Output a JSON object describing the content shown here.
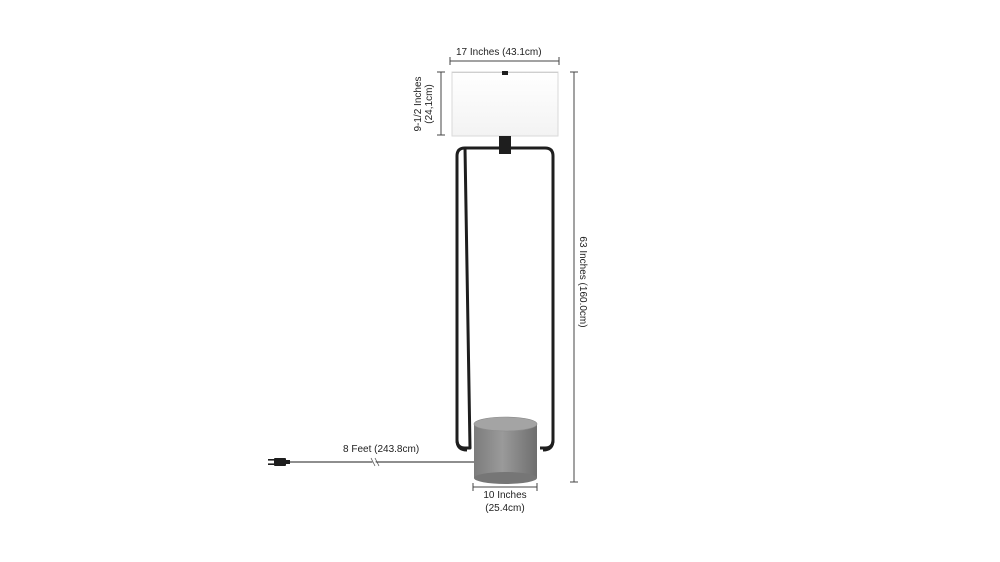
{
  "diagram": {
    "dimensions": {
      "shade_width": "17 Inches (43.1cm)",
      "shade_height_line1": "9-1/2 Inches",
      "shade_height_line2": "(24,1cm)",
      "total_height": "63 Inches (160.0cm)",
      "cord_length": "8 Feet (243.8cm)",
      "base_width_line1": "10 Inches",
      "base_width_line2": "(25.4cm)"
    },
    "colors": {
      "frame": "#1e1e1e",
      "shade_fill": "#ffffff",
      "shade_edge": "#d9d9d9",
      "base": "#8a8a8a",
      "dimension_line": "#444444"
    }
  }
}
